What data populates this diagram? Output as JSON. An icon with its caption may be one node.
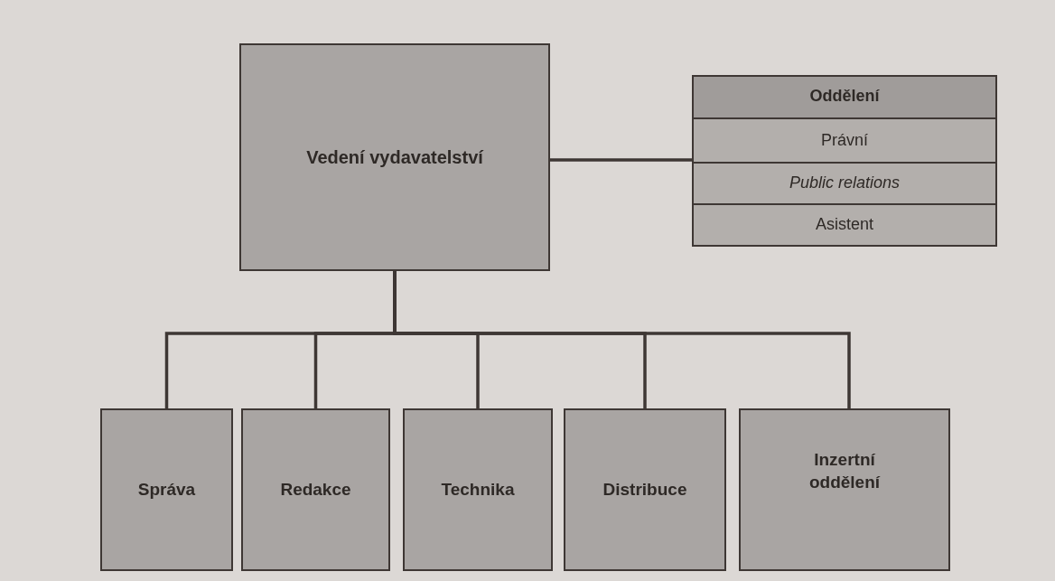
{
  "diagram": {
    "nodes": [
      {
        "text": [
          "Vedení vydavatelství"
        ]
      },
      {
        "text": [
          "Oddělení"
        ]
      },
      {
        "text": [
          "Právní"
        ],
        "in": 1
      },
      {
        "text": [
          "Public relations"
        ],
        "in": 1
      },
      {
        "text": [
          "Asistent"
        ],
        "in": 1
      },
      {
        "text": [
          "Správa"
        ]
      },
      {
        "text": [
          "Redakce"
        ]
      },
      {
        "text": [
          "Technika"
        ]
      },
      {
        "text": [
          "Distribuce"
        ]
      },
      {
        "text": [
          "Inzertní oddělení"
        ]
      }
    ],
    "edges": [
      {
        "from": 0,
        "to": 1,
        "arrow": "none"
      },
      {
        "from": 0,
        "to": 5,
        "arrow": "none"
      },
      {
        "from": 0,
        "to": 6,
        "arrow": "none"
      },
      {
        "from": 0,
        "to": 7,
        "arrow": "none"
      },
      {
        "from": 0,
        "to": 8,
        "arrow": "none"
      },
      {
        "from": 0,
        "to": 9,
        "arrow": "none"
      }
    ]
  }
}
